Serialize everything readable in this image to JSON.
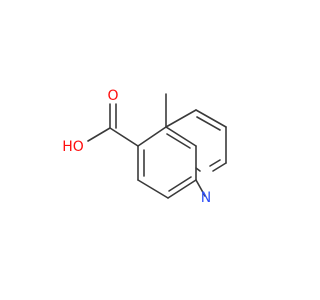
{
  "molecule": {
    "atoms": {
      "carbonyl_oxygen": "O",
      "hydroxyl": "HO",
      "ring_nitrogen": "N"
    },
    "colors": {
      "bond": "#3a3a3a",
      "oxygen": "#ff0d0d",
      "nitrogen": "#3050f8",
      "background": "#ffffff"
    }
  }
}
